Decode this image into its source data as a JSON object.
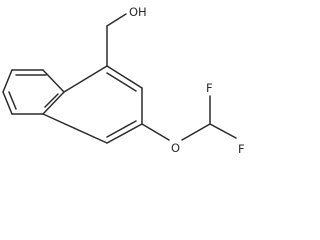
{
  "molecule": {
    "atom_labels": {
      "hydroxyl": "OH",
      "ether_oxygen": "O",
      "fluorine_upper": "F",
      "fluorine_lower": "F"
    }
  },
  "colors": {
    "bond": "#2b2b2b",
    "background": "#ffffff"
  }
}
